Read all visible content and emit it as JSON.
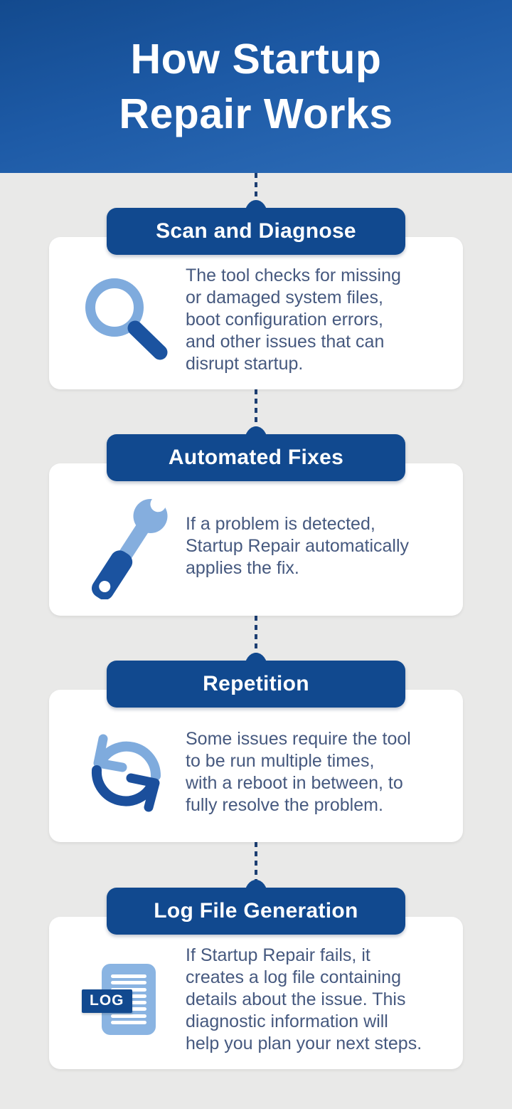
{
  "header": {
    "title": "How Startup\nRepair Works"
  },
  "steps": [
    {
      "title": "Scan and Diagnose",
      "icon": "magnifier-icon",
      "description": "The tool checks for missing\nor damaged system files,\nboot configuration errors,\nand other issues that can\ndisrupt startup."
    },
    {
      "title": "Automated Fixes",
      "icon": "wrench-icon",
      "description": "If a problem is detected,\nStartup Repair automatically\napplies the fix."
    },
    {
      "title": "Repetition",
      "icon": "repeat-arrows-icon",
      "description": "Some issues require the tool\nto be run multiple times,\nwith a reboot in between, to\nfully resolve the problem."
    },
    {
      "title": "Log File Generation",
      "icon": "log-file-icon",
      "badge_label": "LOG",
      "description": "If Startup Repair fails, it\ncreates a log file containing\ndetails about the issue. This\ndiagnostic information will\nhelp you plan your next steps."
    }
  ],
  "colors": {
    "header_gradient_top": "#134a8e",
    "header_gradient_bottom": "#2e6db8",
    "pill_blue": "#11498f",
    "connector_navy": "#1d3f72",
    "body_text": "#46597f",
    "icon_light_blue": "#7fabdd",
    "icon_doc_blue": "#8ab4e2",
    "icon_dark_blue": "#1b53a0",
    "card_white": "#ffffff",
    "page_bg": "#e9e9e8"
  }
}
